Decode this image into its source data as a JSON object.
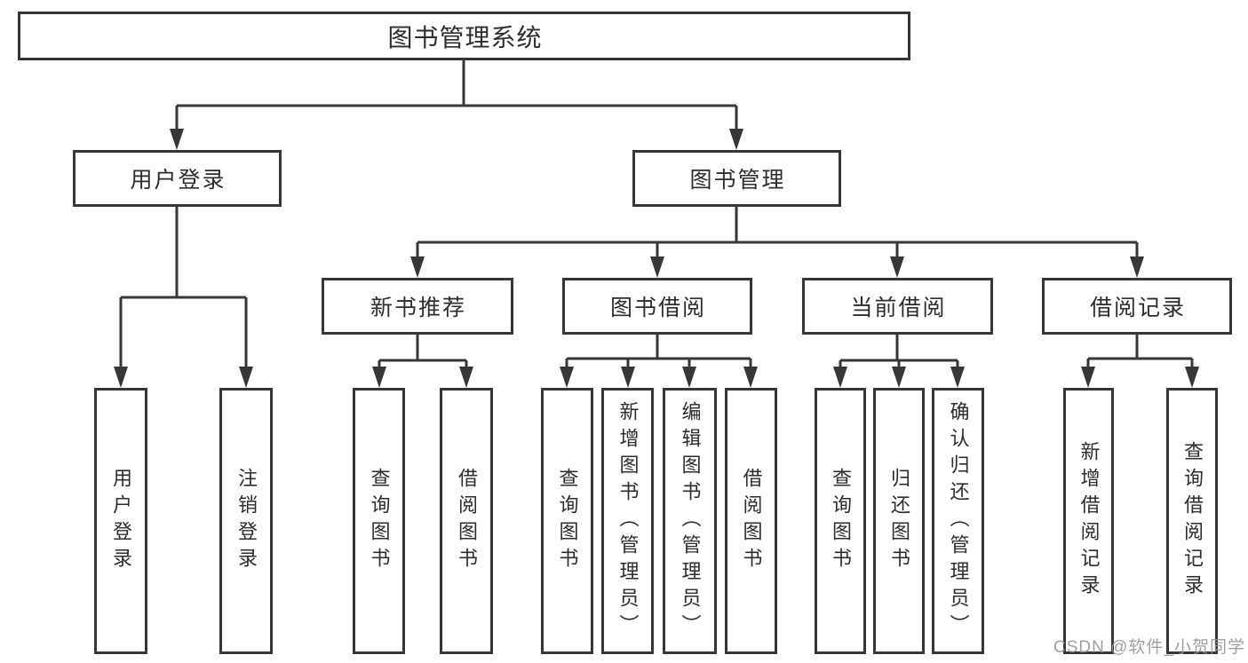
{
  "root": {
    "label": "图书管理系统"
  },
  "login": {
    "label": "用户登录",
    "children": [
      {
        "label": "用户登录"
      },
      {
        "label": "注销登录"
      }
    ]
  },
  "management": {
    "label": "图书管理",
    "sections": [
      {
        "label": "新书推荐",
        "children": [
          {
            "label": "查询图书"
          },
          {
            "label": "借阅图书"
          }
        ]
      },
      {
        "label": "图书借阅",
        "children": [
          {
            "label": "查询图书"
          },
          {
            "label": "新增图书（管理员）"
          },
          {
            "label": "编辑图书（管理员）"
          },
          {
            "label": "借阅图书"
          }
        ]
      },
      {
        "label": "当前借阅",
        "children": [
          {
            "label": "查询图书"
          },
          {
            "label": "归还图书"
          },
          {
            "label": "确认归还（管理员）"
          }
        ]
      },
      {
        "label": "借阅记录",
        "children": [
          {
            "label": "新增借阅记录"
          },
          {
            "label": "查询借阅记录"
          }
        ]
      }
    ]
  },
  "watermark": "CSDN @软件_小贺同学",
  "colors": {
    "line": "#373737",
    "border": "#373737",
    "text": "#2d2d2d",
    "watermark_text": "#969696",
    "background": "#ffffff"
  }
}
